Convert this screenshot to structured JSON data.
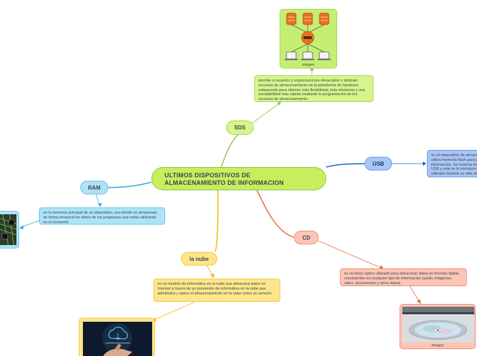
{
  "central": {
    "title_line1": "ULTIMOS DISPOSITIVOS DE",
    "title_line2": "ALMACENAMIENTO DE INFORMACION"
  },
  "branches": {
    "sds": {
      "label": "SDS",
      "note": "permite a usuarios y organizaciones desacoplar o abstraer recursos de almacenamiento de la plataforma de hardware subyacente para obtener más flexibilidad, más eficiencia y una escalabilidad más rápida mediante la programación de los recursos de almacenamiento",
      "image_caption": "imagen"
    },
    "usb": {
      "label": "USB",
      "note": "es un dispositivo de almacenamiento que utiliza memoria flash para guardar información. Se conecta mediante un puerto USB y este se le introduce para ser utilizado durante su vida útil."
    },
    "ram": {
      "label": "RAM",
      "note": "es la memoria principal de un dispositivo, esa donde se almacenan de forma temporal los datos de los programas que estás utilizando en el momento"
    },
    "cd": {
      "label": "CD",
      "note": "es un disco optico utilizado para almacenar datos en formato digital, consistentes en cualquier tipo de información (audio, imágenes, video, documentos y otros datos)",
      "image_caption": "imagen"
    },
    "nube": {
      "label": "la nube",
      "note": "es un modelo de informática en la nube que almacena datos en Internet a través de un proveedor de informática en la nube que administra y opera el almacenamiento en la nube como un servicio."
    }
  },
  "colors": {
    "sds": "#8bc34a",
    "usb": "#1565c0",
    "ram": "#29a9e0",
    "cd": "#e8643c",
    "nube": "#f2b705"
  }
}
